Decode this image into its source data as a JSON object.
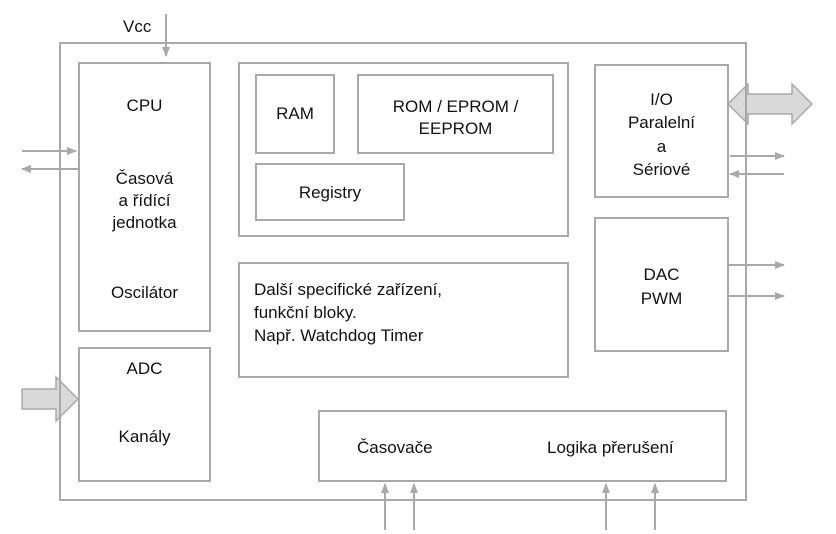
{
  "vcc": "Vcc",
  "cpu": {
    "title": "CPU",
    "timing_line1": "Časová",
    "timing_line2": "a řídící",
    "timing_line3": "jednotka",
    "oscillator": "Oscilátor"
  },
  "memory": {
    "ram": "RAM",
    "rom_line1": "ROM / EPROM /",
    "rom_line2": "EEPROM",
    "registers": "Registry"
  },
  "io": {
    "line1": "I/O",
    "line2": "Paralelní",
    "line3": "a",
    "line4": "Sériové"
  },
  "dac": {
    "line1": "DAC",
    "line2": "PWM"
  },
  "other": {
    "line1": "Další specifické zařízení,",
    "line2": "funkční bloky.",
    "line3": "Např. Watchdog Timer"
  },
  "adc": {
    "title": "ADC",
    "channels": "Kanály"
  },
  "bottom": {
    "timers": "Časovače",
    "interrupts": "Logika přerušení"
  },
  "colors": {
    "border": "#a9a9a9",
    "arrow_fill": "#d9d9d9",
    "text": "#111111"
  }
}
